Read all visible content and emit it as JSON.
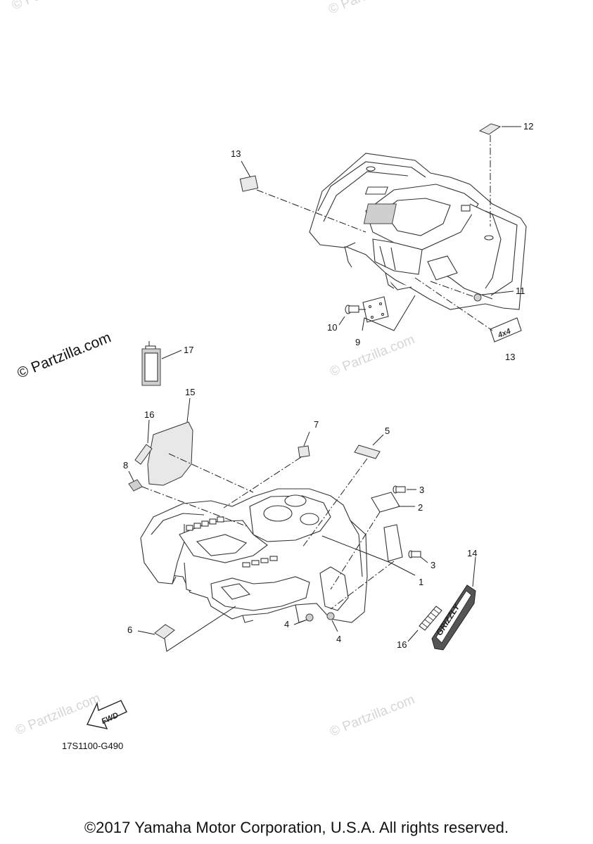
{
  "watermark": {
    "text": "© Partzilla.com",
    "main_text": "© Partzilla.com",
    "color": "#d6d6d6"
  },
  "diagram_code": "17S1100-G490",
  "fwd_label": "FWD",
  "decal_4x4": "4x4",
  "decal_grizzly": "GRIZZLY",
  "copyright": "©2017 Yamaha Motor Corporation, U.S.A. All rights reserved.",
  "callouts": {
    "c1": "1",
    "c2": "2",
    "c3a": "3",
    "c3b": "3",
    "c4a": "4",
    "c4b": "4",
    "c5": "5",
    "c6": "6",
    "c7": "7",
    "c8": "8",
    "c9": "9",
    "c10": "10",
    "c11": "11",
    "c12": "12",
    "c13a": "13",
    "c13b": "13",
    "c14": "14",
    "c15": "15",
    "c16a": "16",
    "c16b": "16",
    "c17": "17"
  }
}
